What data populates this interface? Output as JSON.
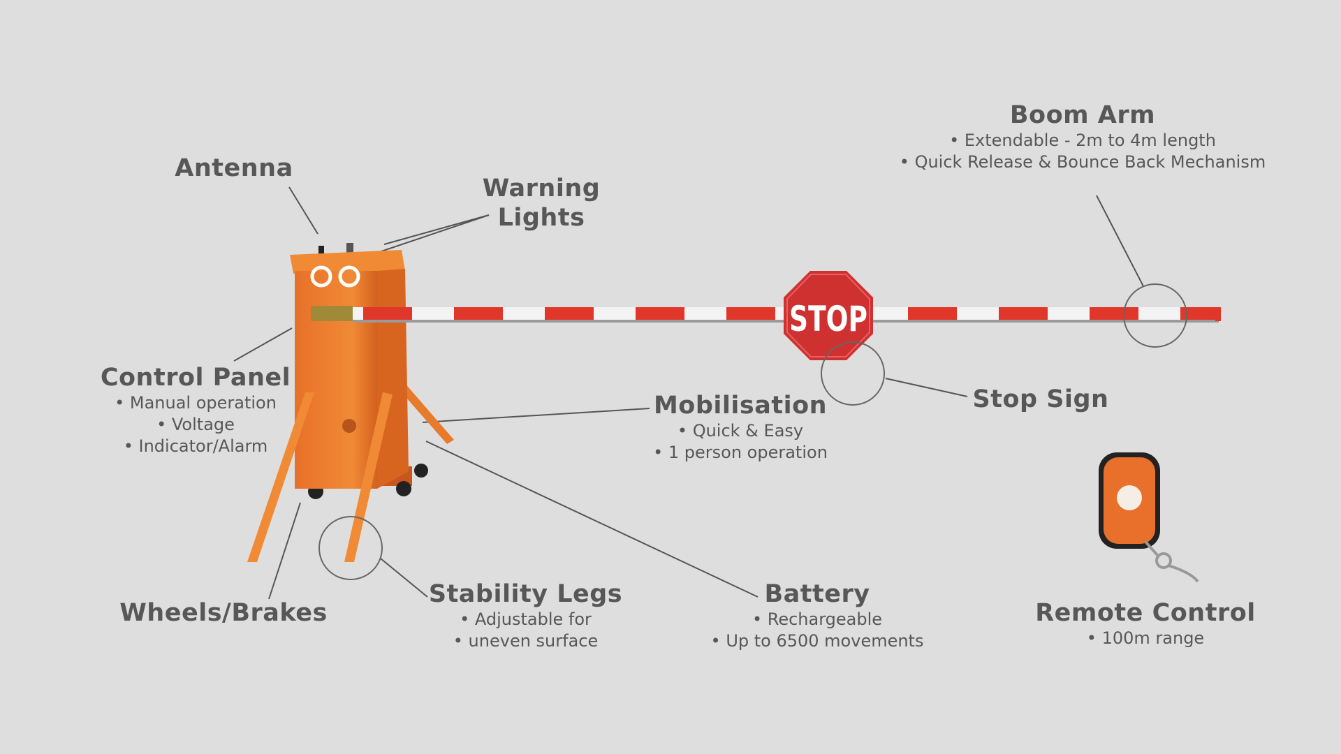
{
  "stop_sign_text": "STOP",
  "colors": {
    "accent": "#e8702a",
    "stop_red": "#cf3030",
    "text": "#575757",
    "background": "#dedede"
  },
  "callouts": {
    "antenna": {
      "title": "Antenna"
    },
    "warning_lights": {
      "title_line1": "Warning",
      "title_line2": "Lights"
    },
    "boom_arm": {
      "title": "Boom Arm",
      "details": [
        "Extendable - 2m to 4m length",
        "Quick Release & Bounce Back Mechanism"
      ]
    },
    "control_panel": {
      "title": "Control Panel",
      "details": [
        "Manual operation",
        "Voltage"
      ],
      "detail_continued": "Indicator/Alarm"
    },
    "mobilisation": {
      "title": "Mobilisation",
      "details": [
        "Quick & Easy",
        "1 person operation"
      ]
    },
    "stop_sign": {
      "title": "Stop Sign"
    },
    "wheels_brakes": {
      "title": "Wheels/Brakes"
    },
    "stability_legs": {
      "title": "Stability Legs",
      "details": [
        "Adjustable for"
      ],
      "detail_continued": "uneven surface"
    },
    "battery": {
      "title": "Battery",
      "details": [
        "Rechargeable",
        "Up to 6500 movements"
      ]
    },
    "remote_control": {
      "title": "Remote Control",
      "details": [
        "100m range"
      ]
    }
  }
}
